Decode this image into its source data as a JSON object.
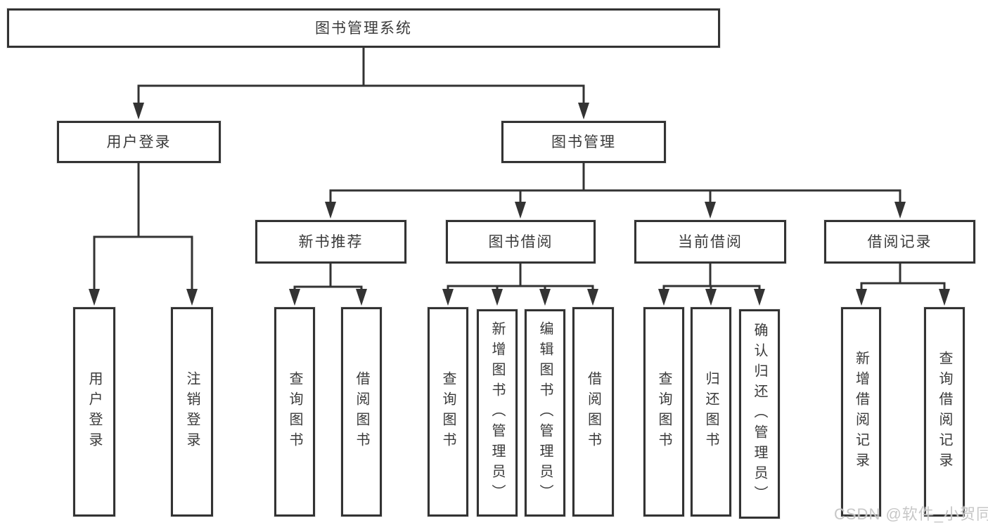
{
  "diagram_title": "图书管理系统",
  "nodes": {
    "root": "图书管理系统",
    "l2": [
      "用户登录",
      "图书管理"
    ],
    "l3": [
      "新书推荐",
      "图书借阅",
      "当前借阅",
      "借阅记录"
    ],
    "leaves_user": [
      "用户登录",
      "注销登录"
    ],
    "leaves_recommend": [
      "查询图书",
      "借阅图书"
    ],
    "leaves_borrow": [
      "查询图书",
      "新增图书（管理员）",
      "编辑图书（管理员）",
      "借阅图书"
    ],
    "leaves_current": [
      "查询图书",
      "归还图书",
      "确认归还（管理员）"
    ],
    "leaves_records": [
      "新增借阅记录",
      "查询借阅记录"
    ]
  },
  "hierarchy": {
    "root": "图书管理系统",
    "children": [
      {
        "label": "用户登录",
        "children": [
          "用户登录",
          "注销登录"
        ]
      },
      {
        "label": "图书管理",
        "children": [
          {
            "label": "新书推荐",
            "children": [
              "查询图书",
              "借阅图书"
            ]
          },
          {
            "label": "图书借阅",
            "children": [
              "查询图书",
              "新增图书（管理员）",
              "编辑图书（管理员）",
              "借阅图书"
            ]
          },
          {
            "label": "当前借阅",
            "children": [
              "查询图书",
              "归还图书",
              "确认归还（管理员）"
            ]
          },
          {
            "label": "借阅记录",
            "children": [
              "新增借阅记录",
              "查询借阅记录"
            ]
          }
        ]
      }
    ]
  },
  "watermark": {
    "text": "CSDN @软件_小贺同学"
  },
  "colors": {
    "line": "#333333",
    "box_border": "#333333",
    "text": "#3a3a3a",
    "background": "#ffffff",
    "watermark": "#c4c4c4"
  }
}
